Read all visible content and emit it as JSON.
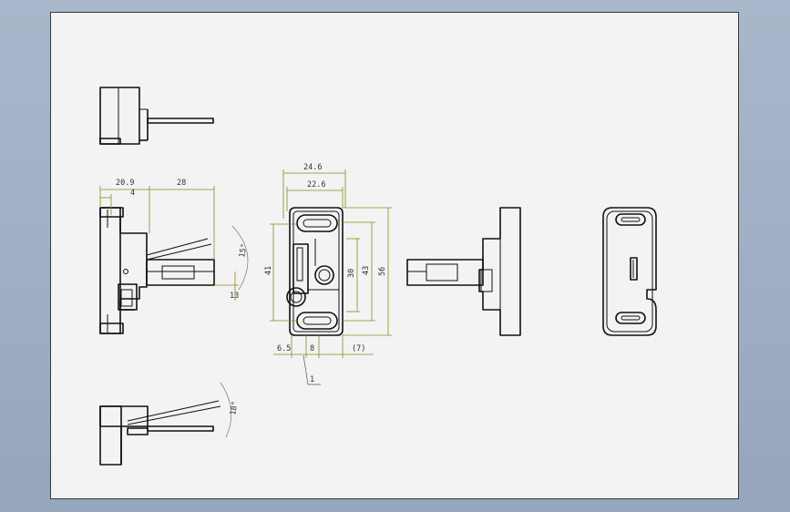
{
  "drawing": {
    "dimensions": {
      "left_width": "20.9",
      "left_offset": "4",
      "left_length": "28",
      "left_angle": "15°",
      "left_small": "13",
      "front_overall_width": "24.6",
      "front_inner_width": "22.6",
      "front_height_41": "41",
      "front_height_30": "30",
      "front_height_43": "43",
      "front_height_56": "56",
      "front_bottom_a": "6.5",
      "front_bottom_b": "8",
      "front_bottom_ref": "(7)",
      "callout": "1",
      "bottom_angle": "18°"
    },
    "colors": {
      "sheet": "#f3f3f3",
      "background": "#9fafc5",
      "outline": "#111111",
      "dimension": "#8a8a1a"
    }
  }
}
